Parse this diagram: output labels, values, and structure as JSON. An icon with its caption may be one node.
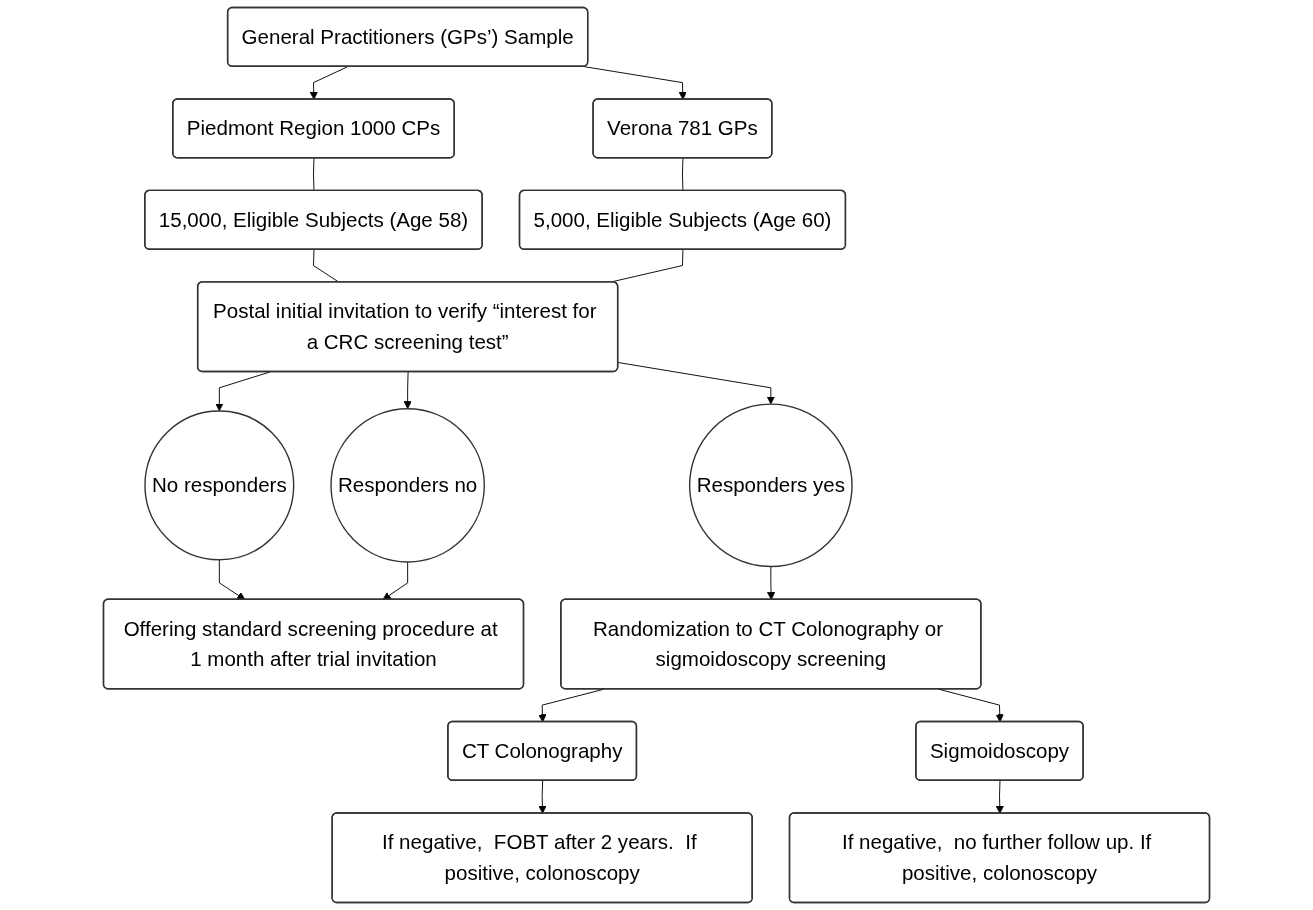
{
  "diagram": {
    "nodes": [
      {
        "text": [
          "General Practitioners (GPs’) Sample"
        ]
      },
      {
        "text": [
          "Piedmont Region 1000 CPs"
        ]
      },
      {
        "text": [
          "Verona 781 GPs"
        ]
      },
      {
        "text": [
          "15,000, Eligible Subjects (Age 58)"
        ]
      },
      {
        "text": [
          "5,000, Eligible Subjects (Age 60)"
        ]
      },
      {
        "text": [
          "Postal initial invitation to verify “interest for a CRC screening test”"
        ]
      },
      {
        "text": [
          "No responders"
        ]
      },
      {
        "text": [
          "Responders no"
        ]
      },
      {
        "text": [
          "Responders yes"
        ]
      },
      {
        "text": [
          "Offering standard screening procedure at 1 month after trial invitation"
        ]
      },
      {
        "text": [
          "Randomization to CT Colonography or sigmoidoscopy screening"
        ]
      },
      {
        "text": [
          "CT Colonography"
        ]
      },
      {
        "text": [
          "Sigmoidoscopy"
        ]
      },
      {
        "text": [
          "If negative,  FOBT after 2 years.  If positive, colonoscopy"
        ]
      },
      {
        "text": [
          "If negative,  no further follow up. If positive, colonoscopy"
        ]
      }
    ],
    "edges": [
      {
        "from": 0,
        "to": 1,
        "arrow": "to"
      },
      {
        "from": 0,
        "to": 2,
        "arrow": "to"
      },
      {
        "from": 1,
        "to": 3,
        "arrow": "none"
      },
      {
        "from": 2,
        "to": 4,
        "arrow": "none"
      },
      {
        "from": 3,
        "to": 5,
        "arrow": "none"
      },
      {
        "from": 4,
        "to": 5,
        "arrow": "none"
      },
      {
        "from": 5,
        "to": 6,
        "arrow": "to"
      },
      {
        "from": 5,
        "to": 7,
        "arrow": "to"
      },
      {
        "from": 5,
        "to": 8,
        "arrow": "to"
      },
      {
        "from": 6,
        "to": 9,
        "arrow": "to"
      },
      {
        "from": 7,
        "to": 9,
        "arrow": "to"
      },
      {
        "from": 8,
        "to": 10,
        "arrow": "to"
      },
      {
        "from": 10,
        "to": 11,
        "arrow": "to"
      },
      {
        "from": 10,
        "to": 12,
        "arrow": "to"
      },
      {
        "from": 11,
        "to": 13,
        "arrow": "to"
      },
      {
        "from": 12,
        "to": 14,
        "arrow": "to"
      }
    ]
  }
}
